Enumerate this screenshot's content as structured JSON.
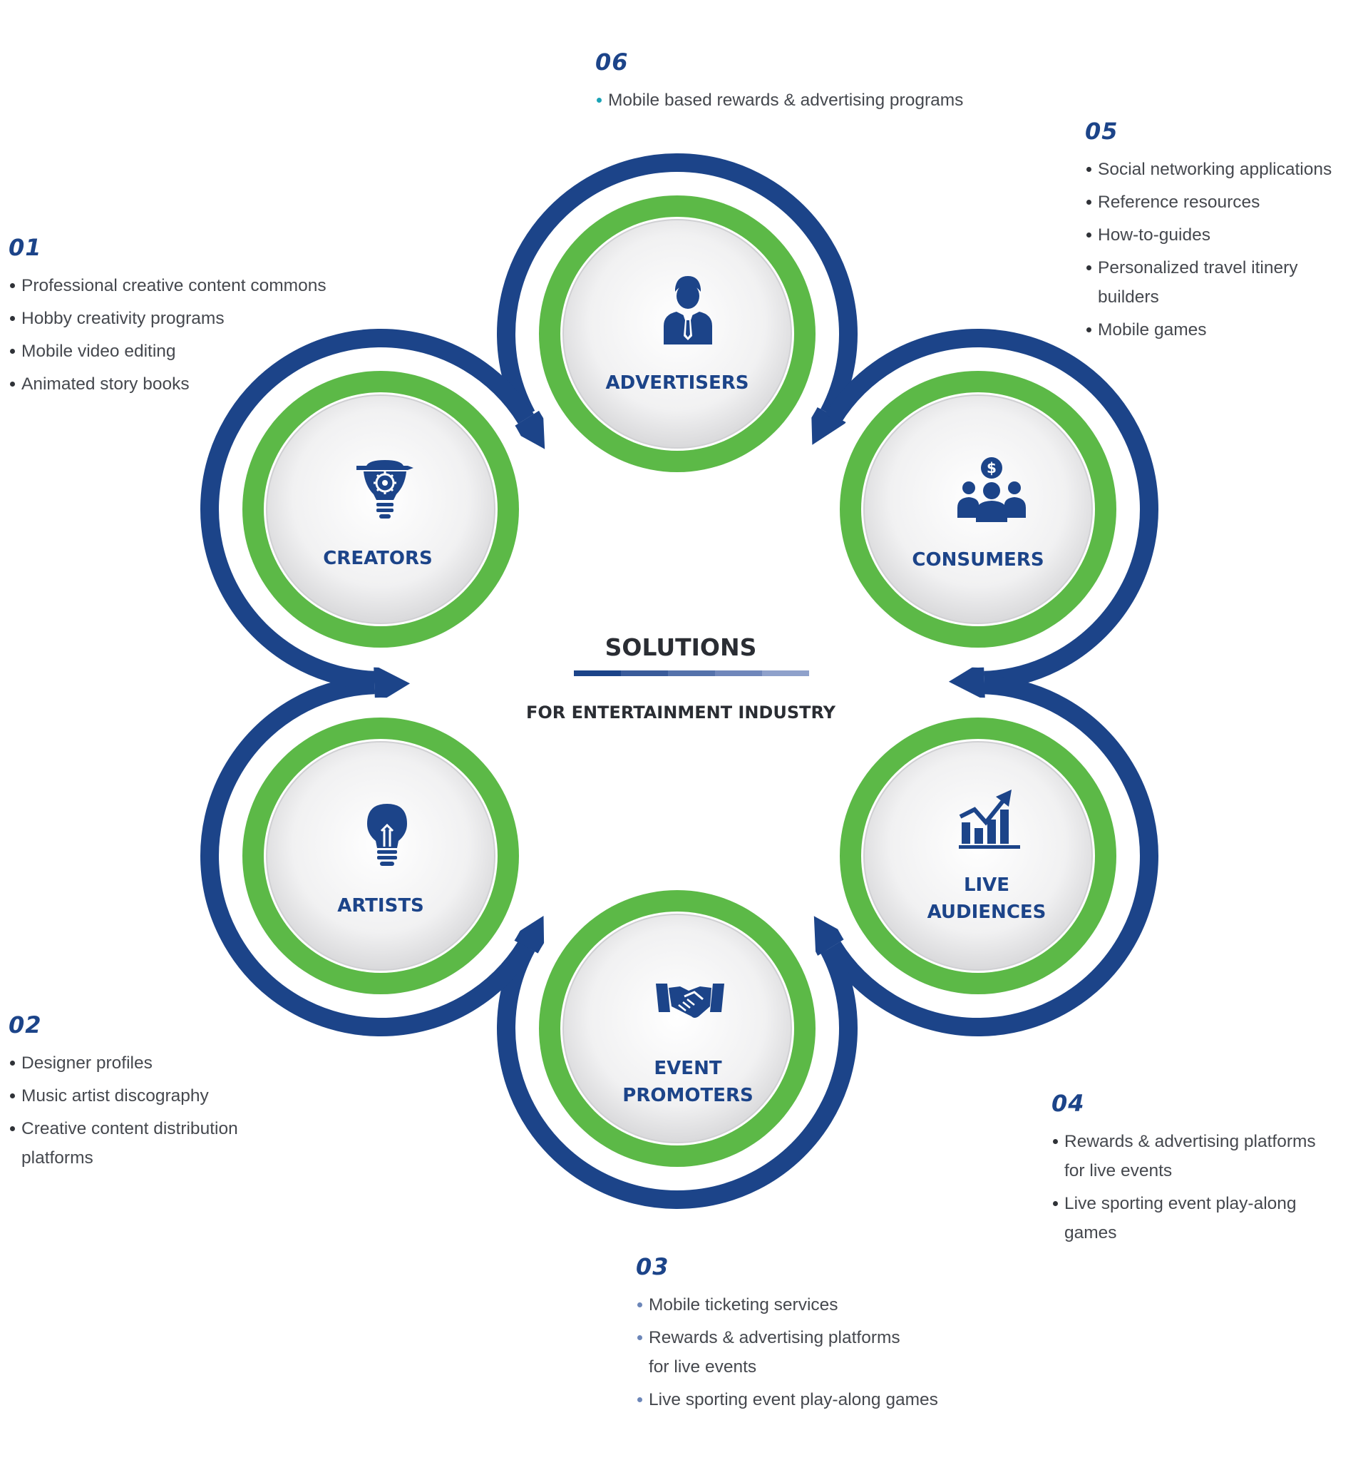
{
  "colors": {
    "navy": "#1c4489",
    "green": "#5cb947",
    "text": "#45484e",
    "teal_bullet": "#1aa3b6",
    "periwinkle_bullet": "#6c86b8"
  },
  "center": {
    "title": "SOLUTIONS",
    "subtitle": "FOR ENTERTAINMENT INDUSTRY",
    "bar_colors": [
      "#1c4489",
      "#3a5b9a",
      "#5572ab",
      "#7087bb",
      "#8fa1cb"
    ]
  },
  "nodes": [
    {
      "label": "ADVERTISERS",
      "icon": "businessman-icon"
    },
    {
      "label": "CONSUMERS",
      "icon": "consumers-group-icon"
    },
    {
      "label": "LIVE\nAUDIENCES",
      "icon": "growth-chart-icon"
    },
    {
      "label": "EVENT\nPROMOTERS",
      "icon": "handshake-icon"
    },
    {
      "label": "ARTISTS",
      "icon": "lightbulb-icon"
    },
    {
      "label": "CREATORS",
      "icon": "creative-idea-icon"
    }
  ],
  "blocks": {
    "b01": {
      "number": "01",
      "items": [
        "Professional creative content commons",
        "Hobby creativity programs",
        "Mobile video editing",
        "Animated story books"
      ]
    },
    "b02": {
      "number": "02",
      "items": [
        "Designer profiles",
        "Music artist discography",
        "Creative content distribution\nplatforms"
      ]
    },
    "b03": {
      "number": "03",
      "items": [
        "Mobile ticketing services",
        "Rewards & advertising platforms\nfor live events",
        "Live sporting event play-along games"
      ]
    },
    "b04": {
      "number": "04",
      "items": [
        "Rewards & advertising platforms\nfor live events",
        "Live sporting event play-along\ngames"
      ]
    },
    "b05": {
      "number": "05",
      "items": [
        "Social networking applications",
        "Reference resources",
        "How-to-guides",
        "Personalized travel itinery\nbuilders",
        "Mobile games"
      ]
    },
    "b06": {
      "number": "06",
      "items": [
        "Mobile based rewards & advertising programs"
      ]
    }
  }
}
